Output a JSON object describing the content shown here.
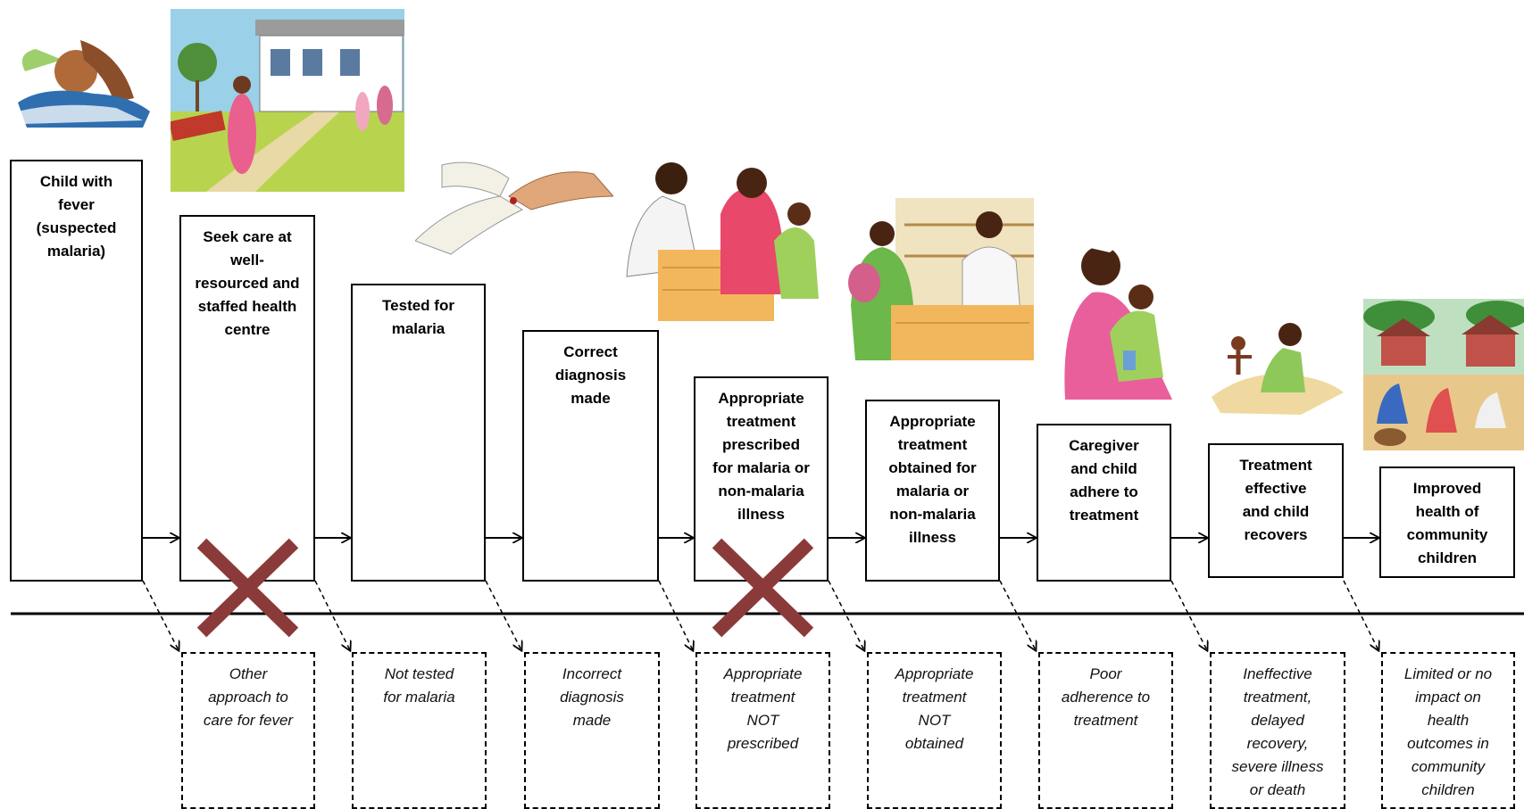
{
  "steps": [
    {
      "label": "Child with fever (suspected malaria)",
      "illustration": "child-in-bed-illustration"
    },
    {
      "label": "Seek care at well-resourced and staffed health centre",
      "illustration": "health-centre-illustration"
    },
    {
      "label": "Tested for malaria",
      "illustration": "finger-prick-test-illustration"
    },
    {
      "label": "Correct diagnosis made",
      "illustration": "clinician-consultation-illustration"
    },
    {
      "label": "Appropriate treatment prescribed for malaria or non-malaria illness",
      "illustration": null
    },
    {
      "label": "Appropriate treatment obtained for malaria or non-malaria illness",
      "illustration": "pharmacy-dispensing-illustration"
    },
    {
      "label": "Caregiver and child adhere to treatment",
      "illustration": "caregiver-giving-medicine-illustration"
    },
    {
      "label": "Treatment effective and child recovers",
      "illustration": "child-playing-illustration"
    },
    {
      "label": "Improved health of community children",
      "illustration": "community-village-illustration"
    }
  ],
  "outcomes": [
    "Other approach to care for fever",
    "Not tested for malaria",
    "Incorrect diagnosis made",
    "Appropriate treatment NOT prescribed",
    "Appropriate treatment NOT obtained",
    "Poor adherence to treatment",
    "Ineffective treatment, delayed recovery, severe illness or death",
    "Limited or no impact on health outcomes in community children"
  ],
  "colors": {
    "line": "#000000",
    "cross": "#8b3a3a"
  },
  "icons": {
    "cross": "red-x-cross-icon"
  }
}
